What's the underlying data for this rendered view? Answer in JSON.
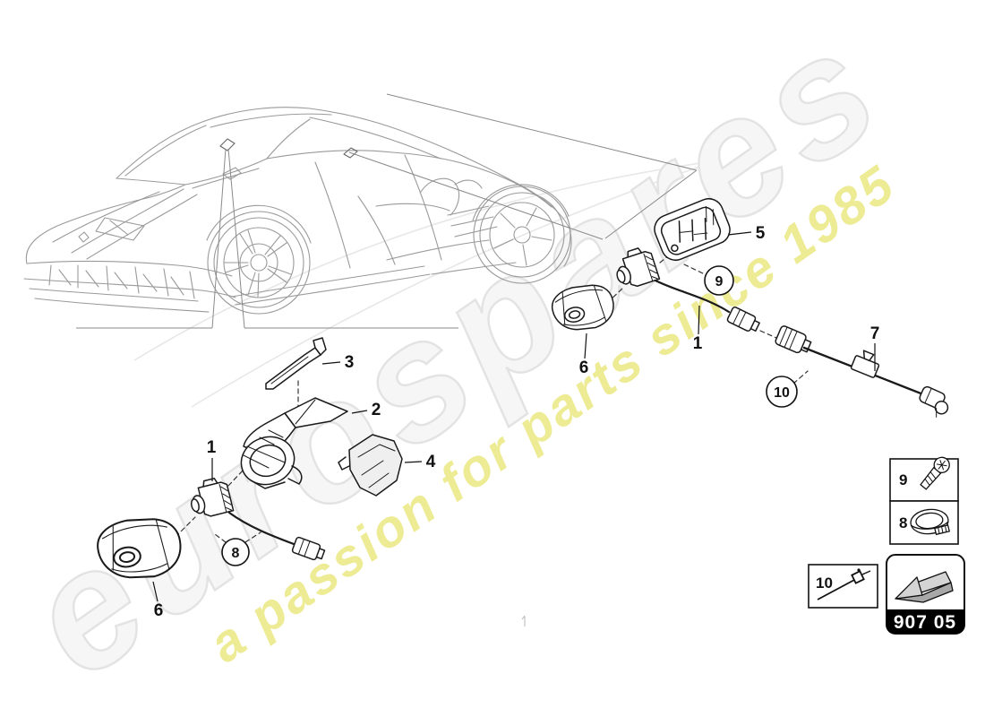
{
  "watermark": {
    "brand": "eurospares",
    "tagline": "a passion for parts since 1985",
    "brand_fill": "#f6f6f6",
    "brand_outline": "#e3e3e3",
    "tagline_color": "#edea8e"
  },
  "diagram": {
    "callouts": {
      "part1": "1",
      "part2": "2",
      "part3": "3",
      "part4": "4",
      "part5": "5",
      "part6": "6",
      "part7": "7",
      "part8": "8",
      "part9": "9",
      "part10": "10"
    }
  },
  "legend": {
    "screw_row_label": "9",
    "clamp_row_label": "8",
    "tie_row_label": "10",
    "part_code": "907 05"
  },
  "icons": {
    "screw": "torx-screw-icon",
    "clamp": "hose-clamp-icon",
    "cable_tie": "cable-tie-icon",
    "arrow": "direction-arrow-icon"
  },
  "colors": {
    "part_line": "#1a1a1a",
    "car_line": "#9a9a9a",
    "part_code_bg": "#000000",
    "part_code_text": "#ffffff"
  }
}
